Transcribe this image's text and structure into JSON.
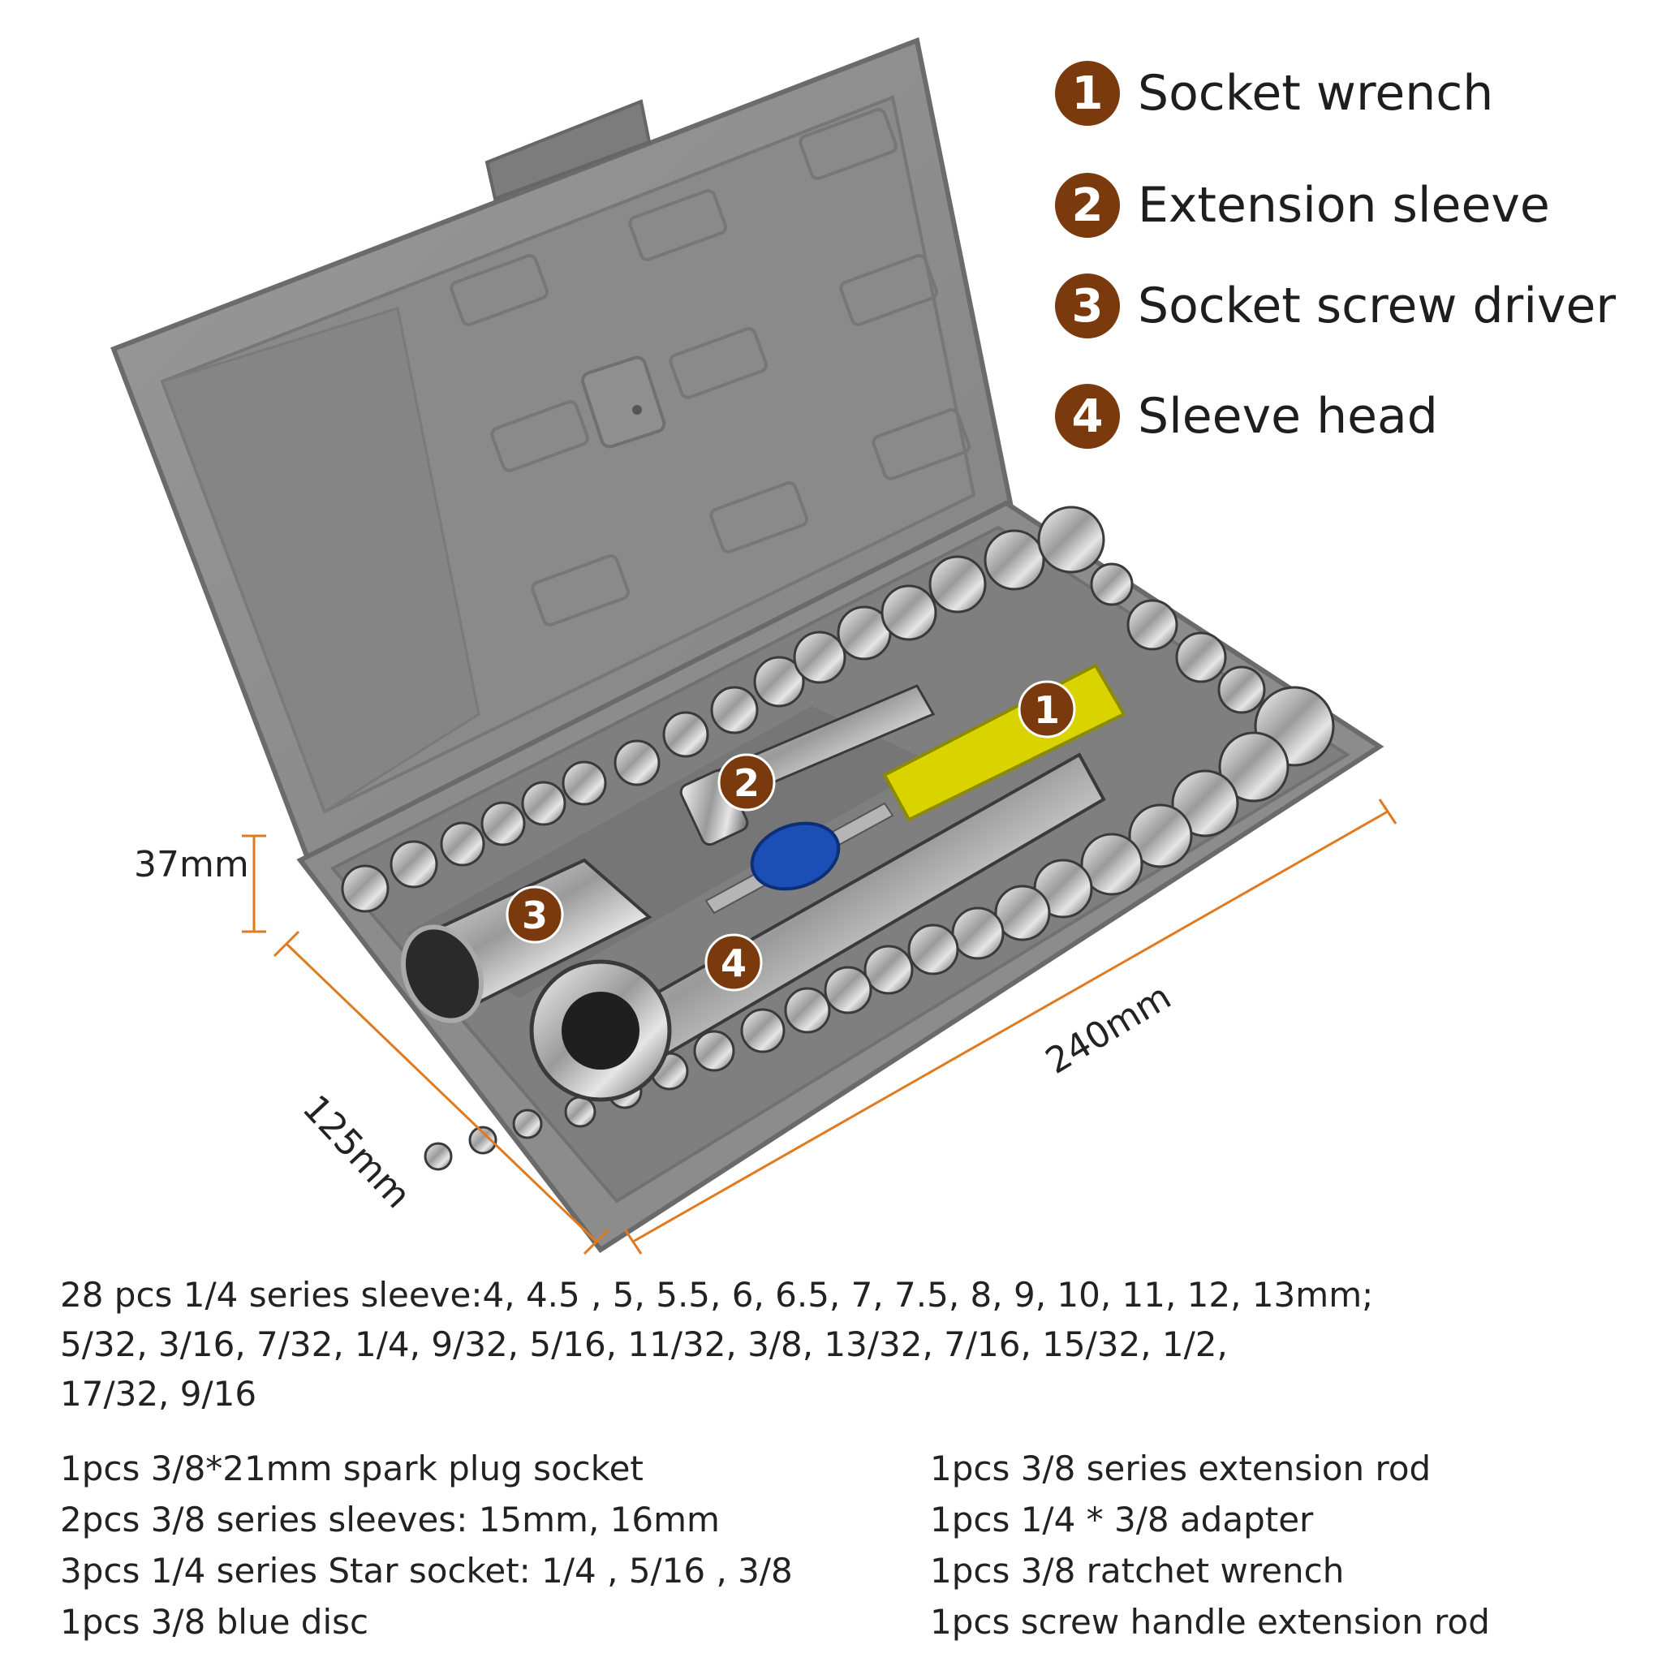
{
  "legend": {
    "items": [
      {
        "num": "1",
        "label": "Socket wrench"
      },
      {
        "num": "2",
        "label": "Extension sleeve"
      },
      {
        "num": "3",
        "label": "Socket screw driver"
      },
      {
        "num": "4",
        "label": "Sleeve head"
      }
    ]
  },
  "photo_callouts": [
    "1",
    "2",
    "3",
    "4"
  ],
  "dimensions": {
    "height": "37mm",
    "width": "125mm",
    "length": "240mm"
  },
  "specs": {
    "sleeves_line1": "28 pcs 1/4 series sleeve:4, 4.5 , 5, 5.5, 6, 6.5, 7, 7.5, 8, 9, 10, 11, 12, 13mm;",
    "sleeves_line2": "5/32, 3/16, 7/32, 1/4, 9/32, 5/16, 11/32, 3/8, 13/32, 7/16, 15/32, 1/2,",
    "sleeves_line3": "17/32, 9/16",
    "left": [
      "1pcs 3/8*21mm spark plug socket",
      "2pcs 3/8 series sleeves: 15mm, 16mm",
      "3pcs 1/4 series Star socket: 1/4 , 5/16 , 3/8",
      "1pcs 3/8 blue disc"
    ],
    "right": [
      "1pcs 3/8 series extension rod",
      "1pcs 1/4 * 3/8 adapter",
      "1pcs 3/8 ratchet wrench",
      "1pcs screw handle extension rod"
    ]
  },
  "colors": {
    "case": "#8e8e8e",
    "case_dark": "#6f6f6f",
    "badge": "#7a3a0e",
    "dimension_line": "#e07a1f",
    "handle": "#d9d400"
  }
}
